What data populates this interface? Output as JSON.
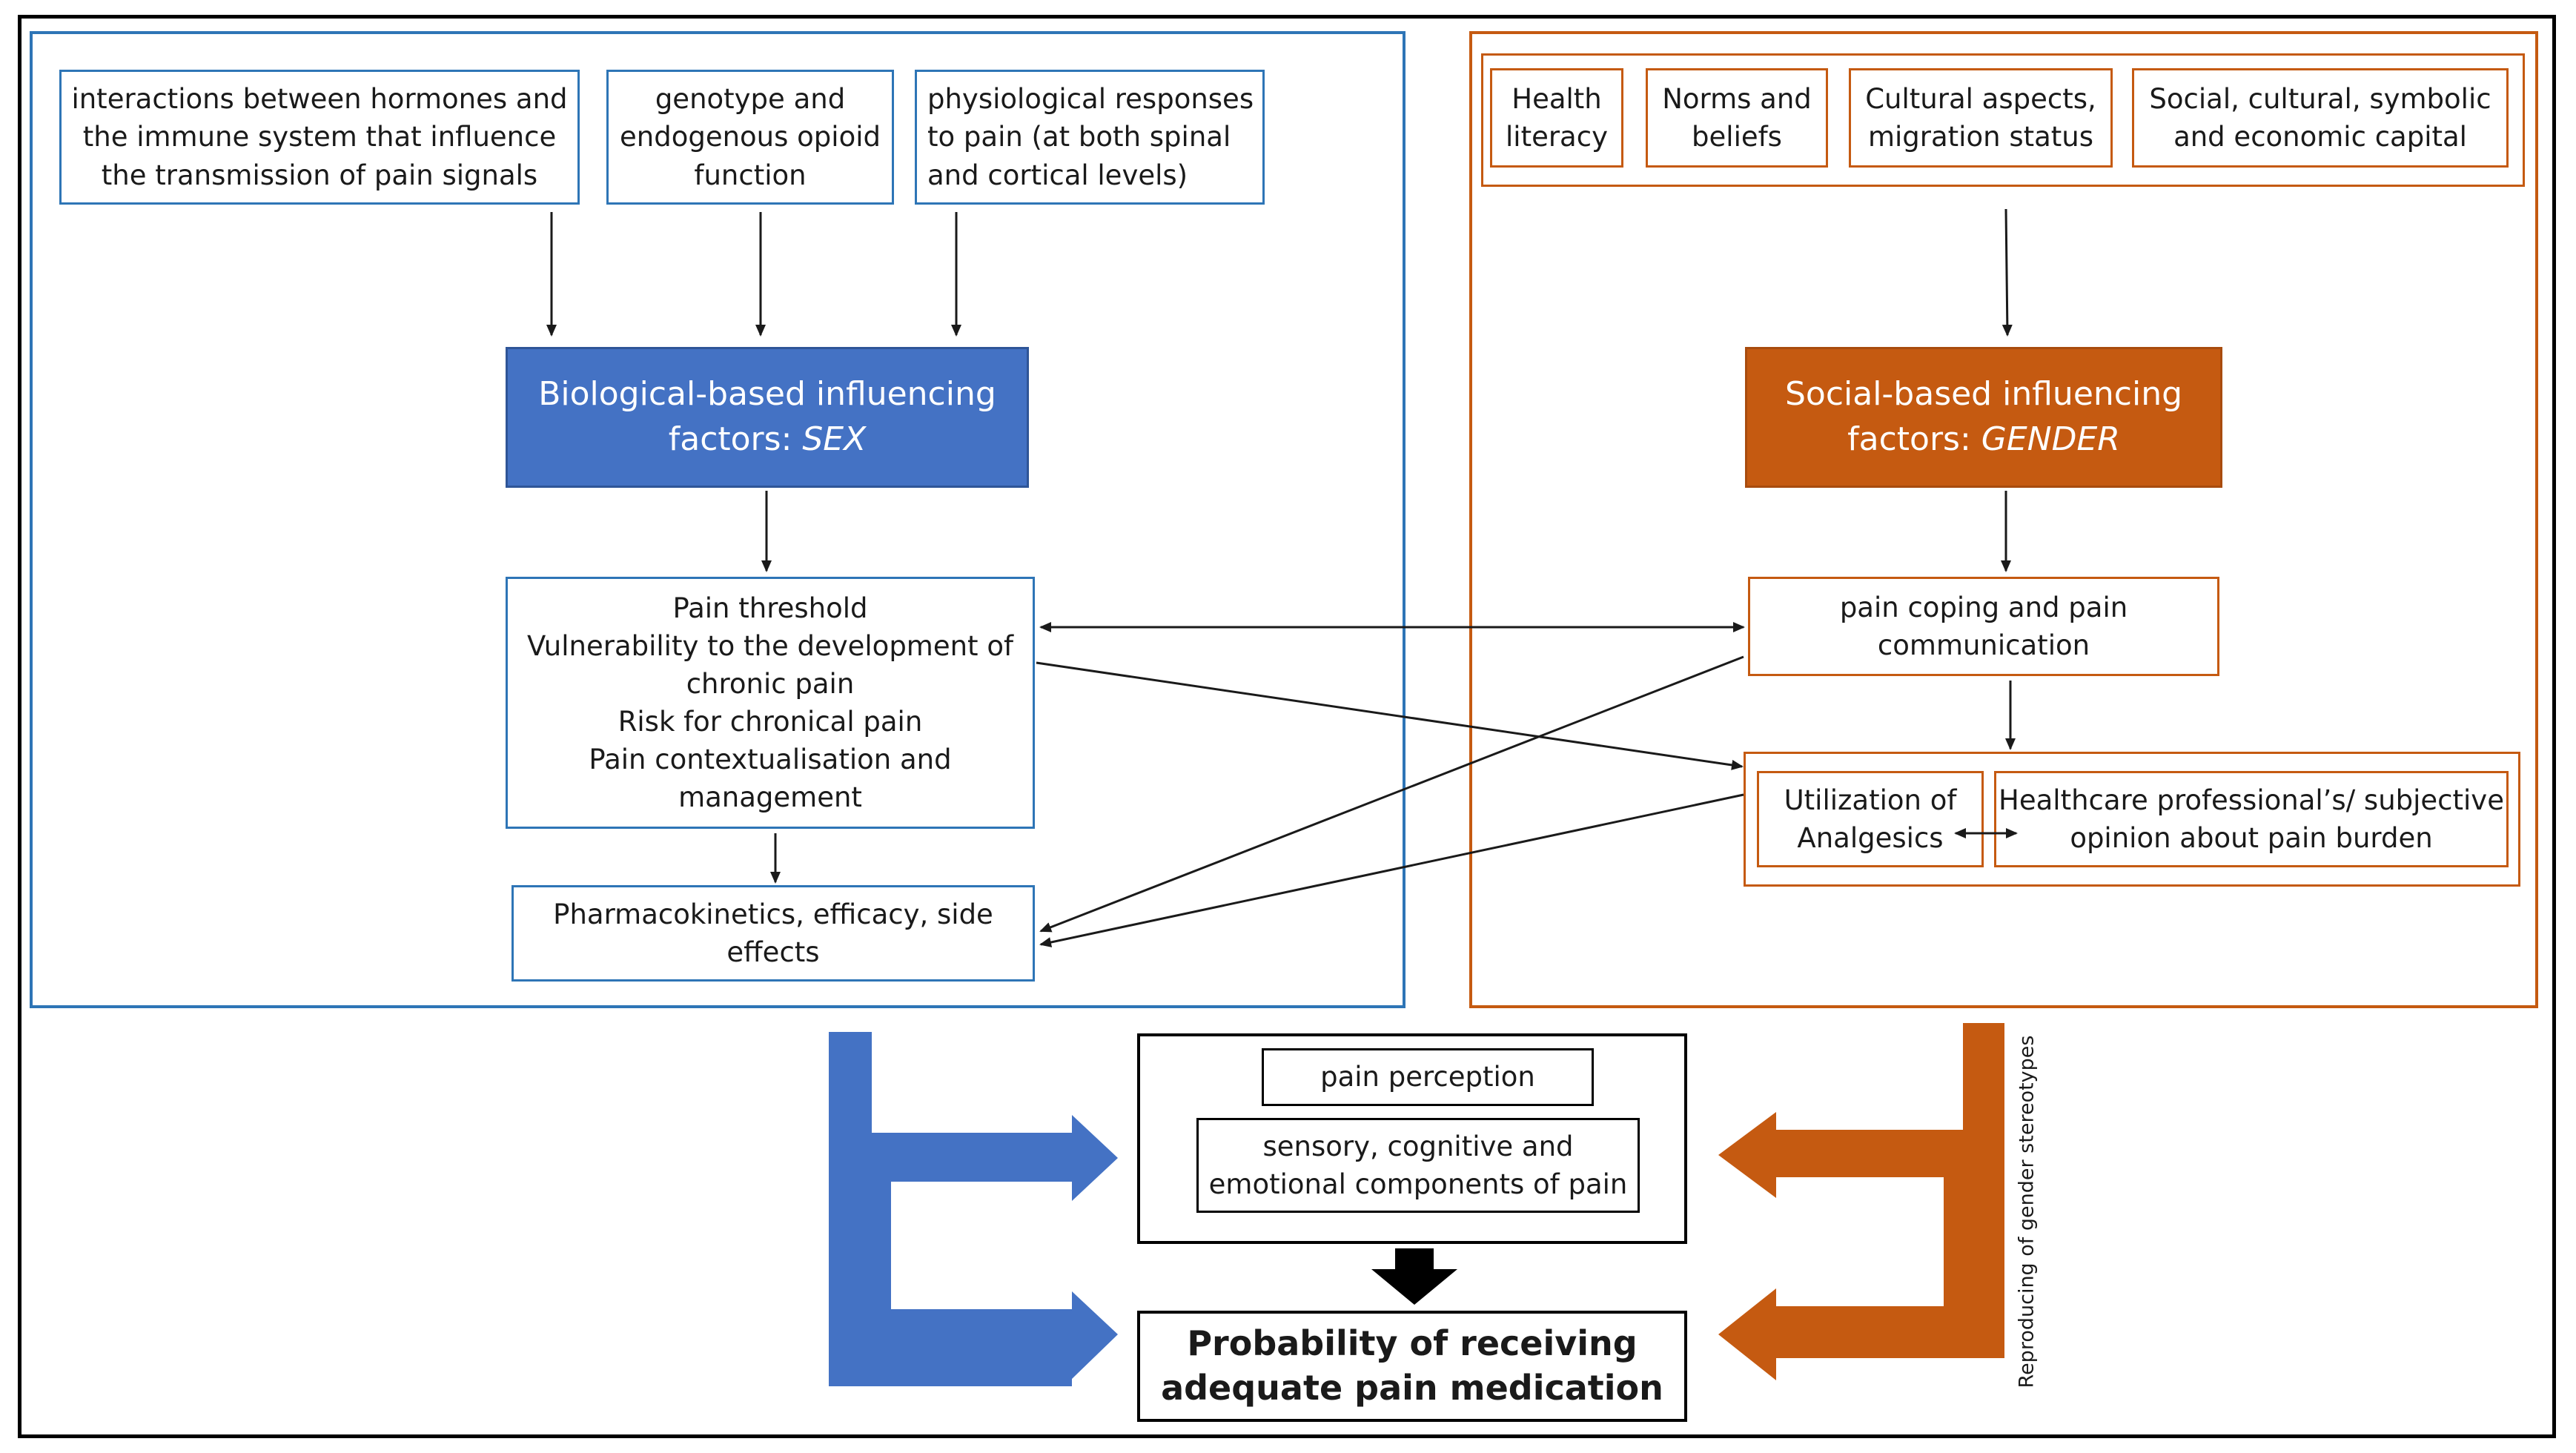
{
  "biological": {
    "inputs": [
      "interactions between hormones and the immune system that influence the transmission of pain signals",
      "genotype and endogenous opioid function",
      "physiological responses to pain (at both spinal and cortical levels)"
    ],
    "header_text": "Biological-based influencing factors: ",
    "header_emph": "SEX",
    "outcomes": [
      "Pain threshold",
      "Vulnerability to the development of chronic pain",
      "Risk for chronical pain",
      "Pain contextualisation and management"
    ],
    "pharmaco": "Pharmacokinetics, efficacy, side effects"
  },
  "social": {
    "inputs": [
      "Health literacy",
      "Norms and beliefs",
      "Cultural aspects, migration status",
      "Social, cultural, symbolic and economic capital"
    ],
    "header_text": "Social-based influencing factors: ",
    "header_emph": "GENDER",
    "coping": "pain coping and pain communication",
    "analgesics": "Utilization of Analgesics",
    "professional": "Healthcare professional’s/ subjective opinion about pain burden",
    "stereotype_label": "Reproducing of gender stereotypes"
  },
  "center": {
    "perception": "pain perception",
    "components": "sensory, cognitive and emotional components of pain",
    "result": "Probability of receiving adequate pain medication"
  },
  "colors": {
    "blue": "#4472c4",
    "orange": "#c55a11",
    "blue_border": "#2e75b6"
  }
}
